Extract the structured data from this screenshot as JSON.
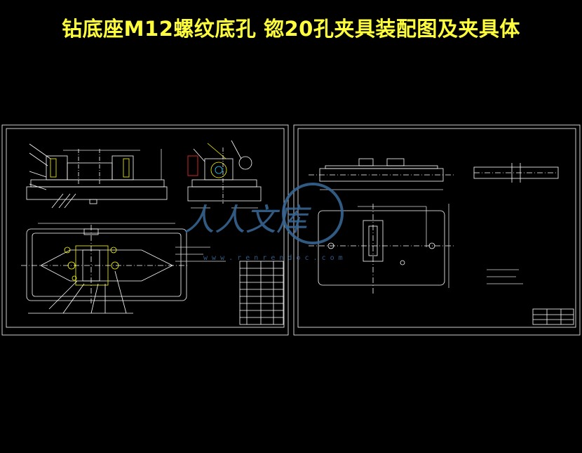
{
  "title": "钻底座M12螺纹底孔 锪20孔夹具装配图及夹具体",
  "colors": {
    "background": "#000000",
    "title": "#ffff3c",
    "frame": "#ffffff",
    "linework": "#ffffff",
    "dimension": "#d8d8d8",
    "highlight": "#ffff00",
    "red": "#ff3030",
    "cyan": "#30d0ff",
    "watermark": "#3a6a9a"
  },
  "watermark": {
    "text": "人人文库",
    "url_text": "w w w . r e n r e n d o c . c o m"
  }
}
